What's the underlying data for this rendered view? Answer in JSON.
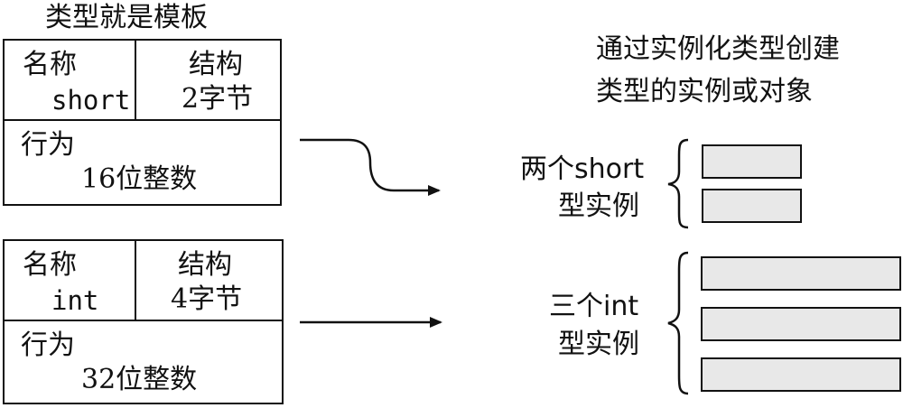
{
  "title": "类型就是模板",
  "types": [
    {
      "name_label": "名称",
      "name_value": "short",
      "structure_label": "结构",
      "structure_value": "2字节",
      "behavior_label": "行为",
      "behavior_value": "16位整数"
    },
    {
      "name_label": "名称",
      "name_value": "int",
      "structure_label": "结构",
      "structure_value": "4字节",
      "behavior_label": "行为",
      "behavior_value": "32位整数"
    }
  ],
  "caption": {
    "line1": "通过实例化类型创建",
    "line2": "类型的实例或对象"
  },
  "groups": [
    {
      "label_line1": "两个short",
      "label_line2": "型实例",
      "instance_count": 2
    },
    {
      "label_line1": "三个int",
      "label_line2": "型实例",
      "instance_count": 3
    }
  ],
  "colors": {
    "stroke": "#111111",
    "instance_fill": "#e8e8e8"
  }
}
